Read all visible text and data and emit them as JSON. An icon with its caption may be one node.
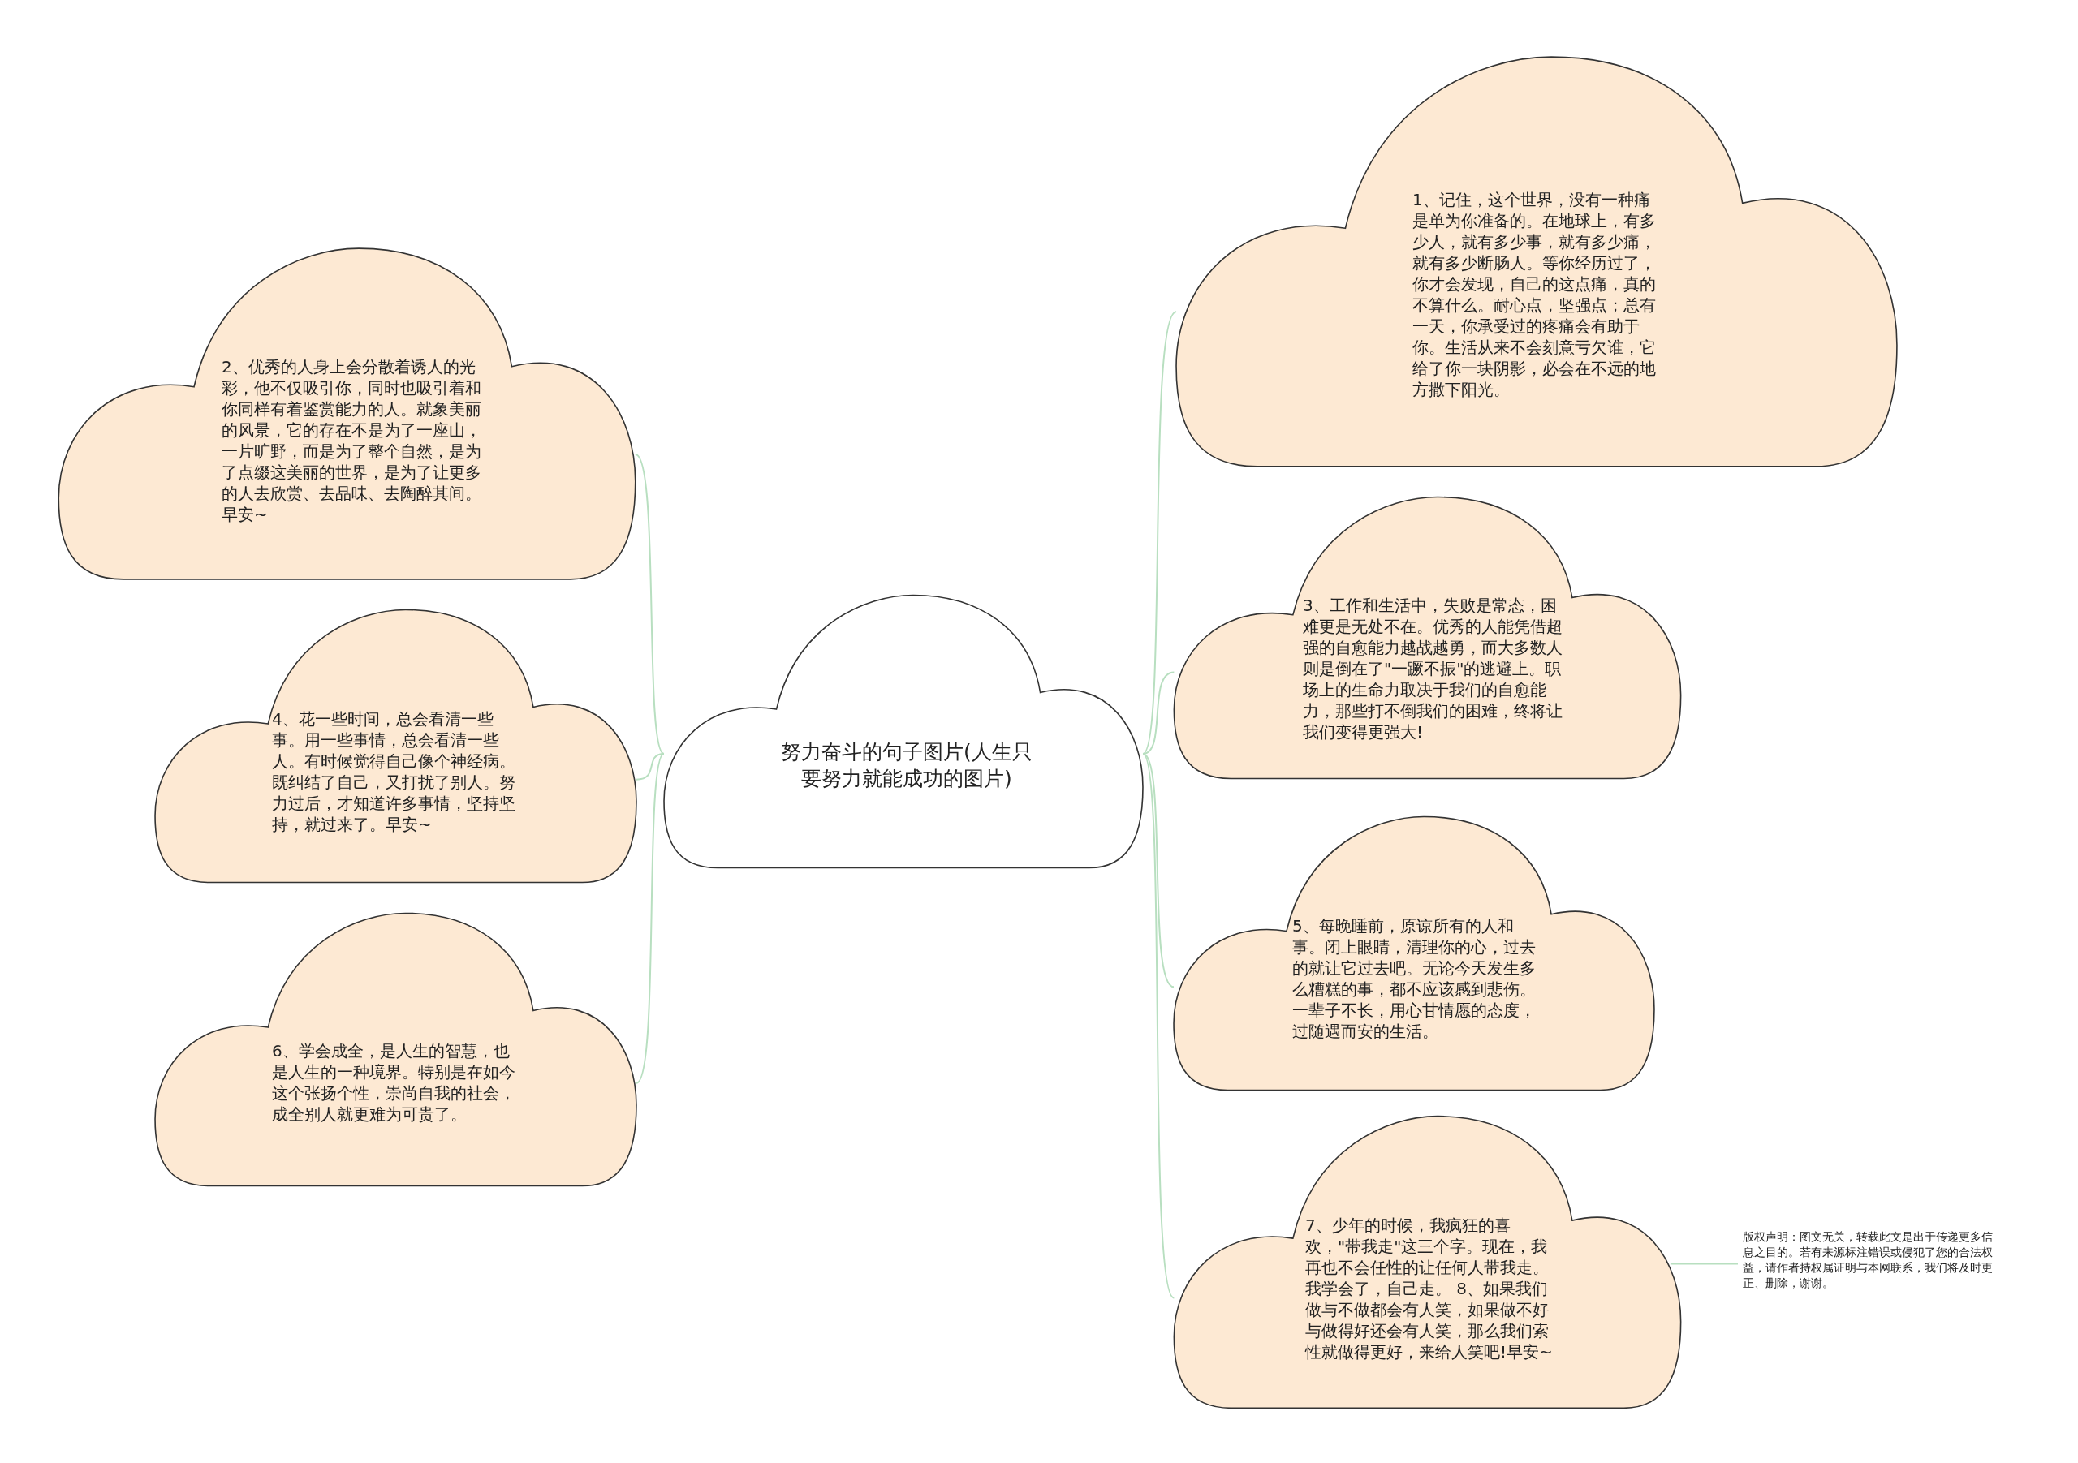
{
  "diagram": {
    "nodes": [
      {
        "text": [
          "努力奋斗的句子图片(人生只要努力就能成功的图片)"
        ]
      },
      {
        "text": [
          "1、记住，这个世界，没有一种痛是单为你准备的。在地球上，有多少人，就有多少事，就有多少痛，就有多少断肠人。等你经历过了，你才会发现，自己的这点痛，真的不算什么。耐心点，坚强点；总有一天，你承受过的疼痛会有助于你。生活从来不会刻意亏欠谁，它给了你一块阴影，必会在不远的地方撒下阳光。"
        ]
      },
      {
        "text": [
          "2、优秀的人身上会分散着诱人的光彩，他不仅吸引你，同时也吸引着和你同样有着鉴赏能力的人。就象美丽的风景，它的存在不是为了一座山，一片旷野，而是为了整个自然，是为了点缀这美丽的世界，是为了让更多的人去欣赏、去品味、去陶醉其间。早安~"
        ]
      },
      {
        "text": [
          "3、工作和生活中，失败是常态，困难更是无处不在。优秀的人能凭借超强的自愈能力越战越勇，而大多数人则是倒在了\"一蹶不振\"的逃避上。职场上的生命力取决于我们的自愈能力，那些打不倒我们的困难，终将让我们变得更强大!"
        ]
      },
      {
        "text": [
          "4、花一些时间，总会看清一些事。用一些事情，总会看清一些人。有时候觉得自己像个神经病。既纠结了自己，又打扰了别人。努力过后，才知道许多事情，坚持坚持，就过来了。早安~"
        ]
      },
      {
        "text": [
          "5、每晚睡前，原谅所有的人和事。闭上眼睛，清理你的心，过去的就让它过去吧。无论今天发生多么糟糕的事，都不应该感到悲伤。一辈子不长，用心甘情愿的态度，过随遇而安的生活。"
        ]
      },
      {
        "text": [
          "6、学会成全，是人生的智慧，也是人生的一种境界。特别是在如今这个张扬个性，崇尚自我的社会，成全别人就更难为可贵了。"
        ]
      },
      {
        "text": [
          "7、少年的时候，我疯狂的喜欢，\"带我走\"这三个字。现在，我再也不会任性的让任何人带我走。我学会了，自己走。 8、如果我们做与不做都会有人笑，如果做不好与做得好还会有人笑，那么我们索性就做得更好，来给人笑吧!早安~"
        ]
      },
      {
        "text": [
          "版权声明：图文无关，转载此文是出于传递更多信息之目的。若有来源标注错误或侵犯了您的合法权益，请作者持权属证明与本网联系，我们将及时更正、删除，谢谢。"
        ]
      }
    ],
    "edges": [
      {
        "from": 0,
        "to": 1,
        "arrow": "none"
      },
      {
        "from": 0,
        "to": 2,
        "arrow": "none"
      },
      {
        "from": 0,
        "to": 3,
        "arrow": "none"
      },
      {
        "from": 0,
        "to": 4,
        "arrow": "none"
      },
      {
        "from": 0,
        "to": 5,
        "arrow": "none"
      },
      {
        "from": 0,
        "to": 6,
        "arrow": "none"
      },
      {
        "from": 0,
        "to": 7,
        "arrow": "none"
      },
      {
        "from": 7,
        "to": 8,
        "arrow": "none"
      }
    ]
  }
}
